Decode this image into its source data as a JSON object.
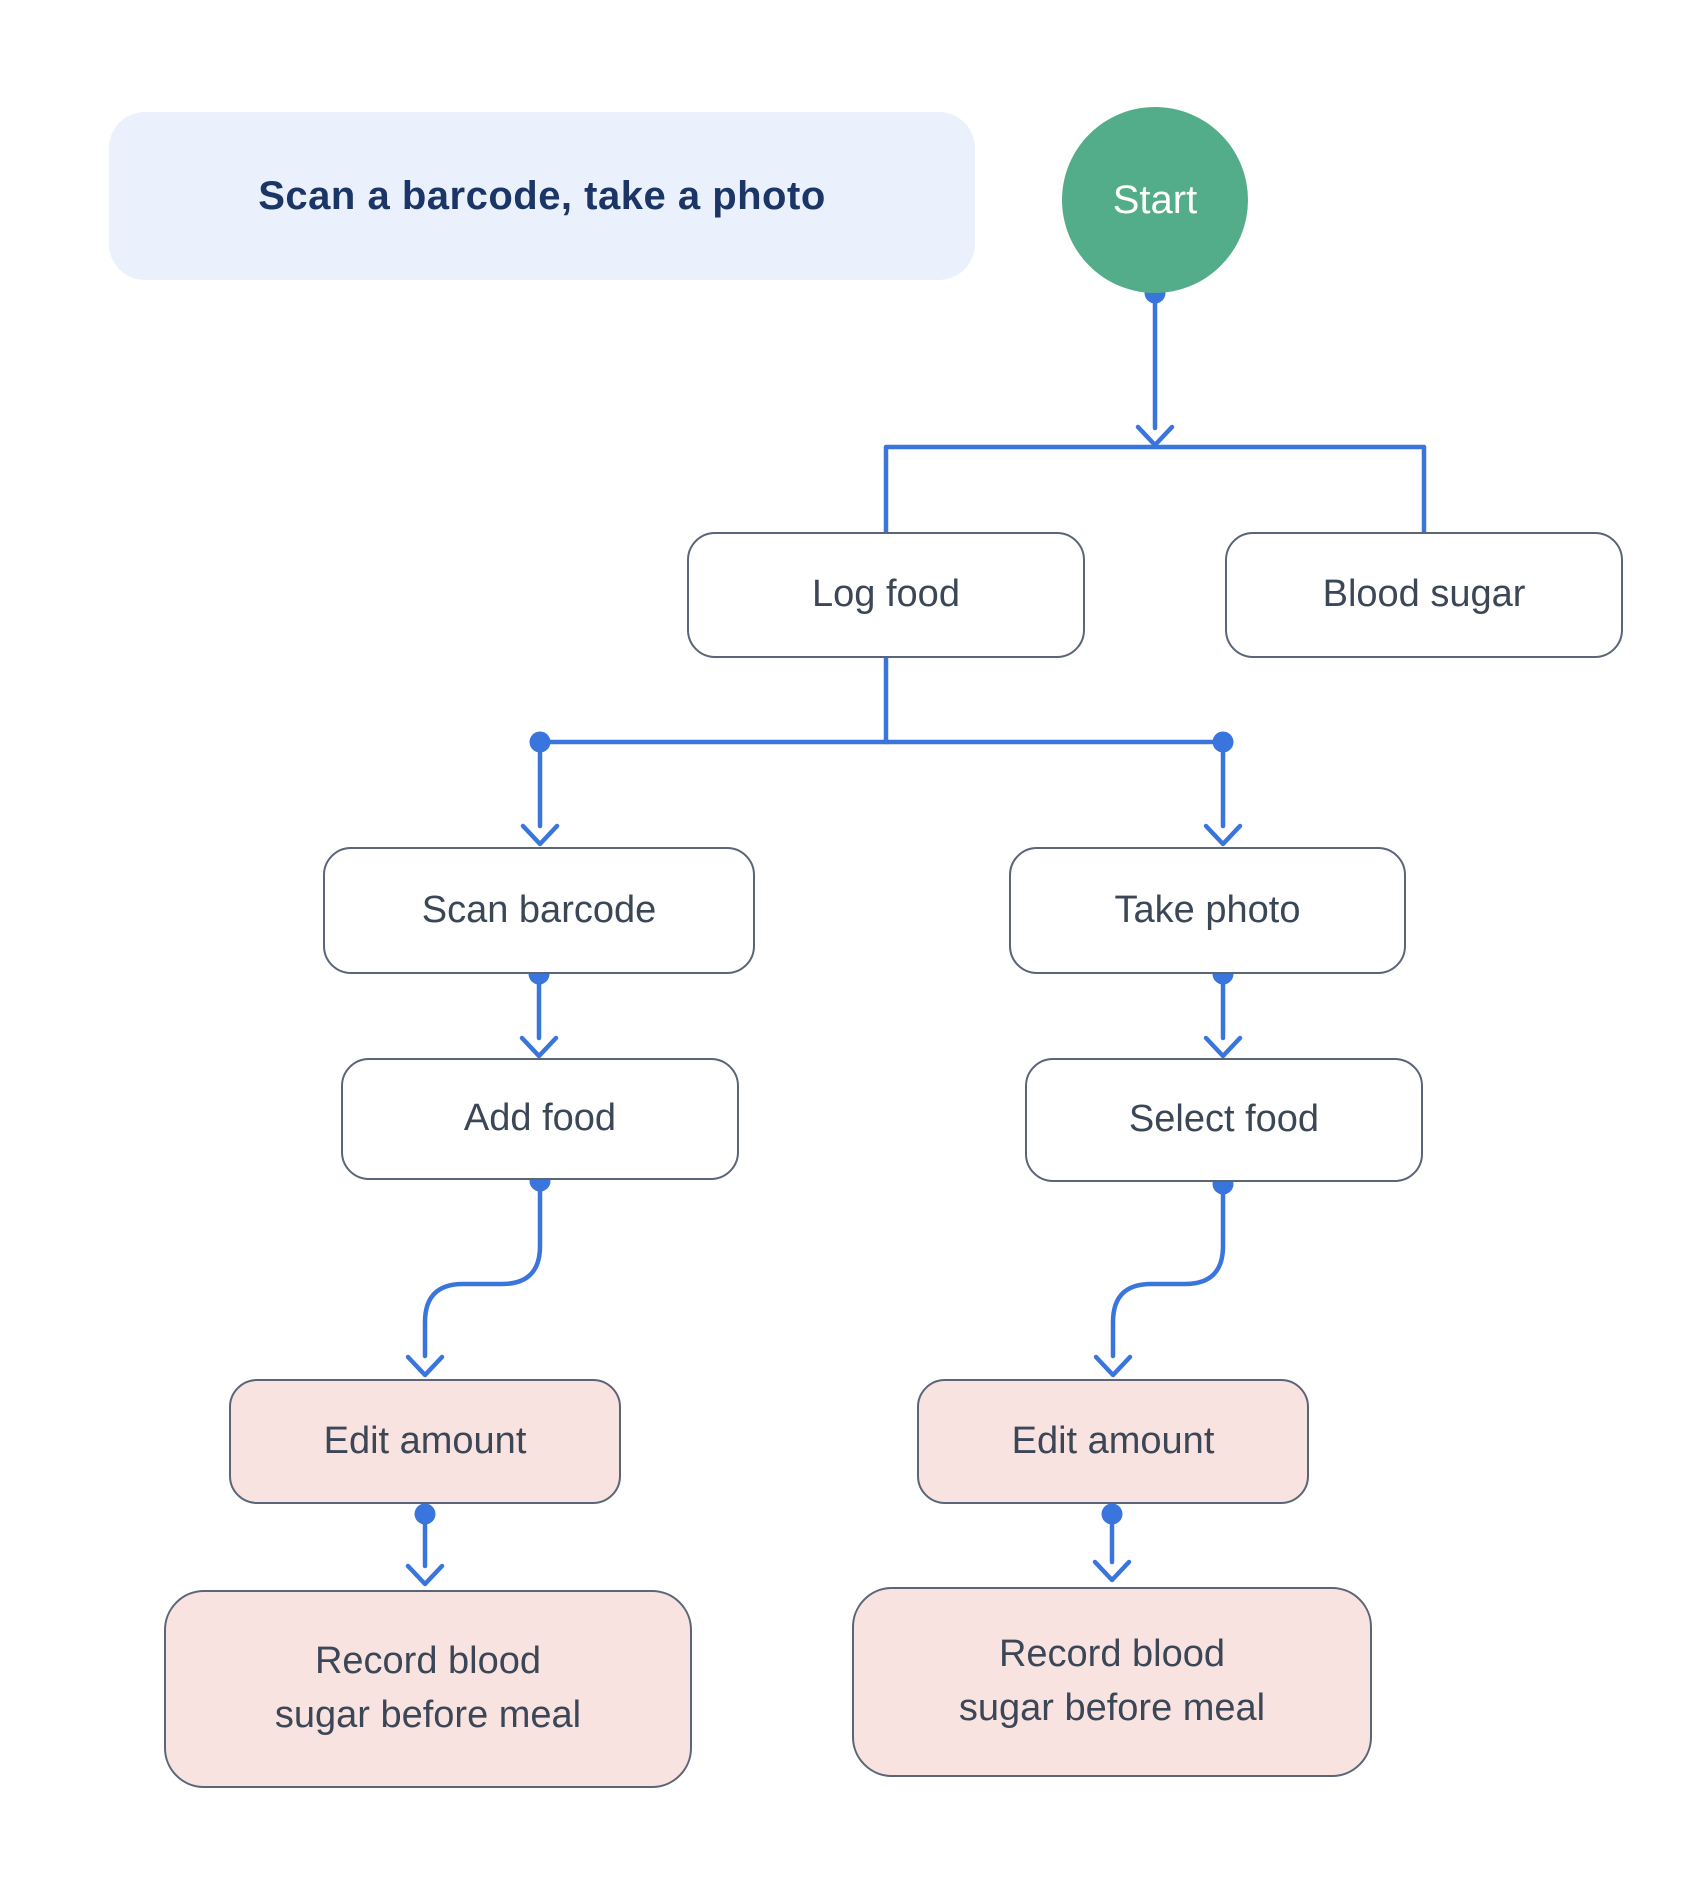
{
  "title": {
    "label": "Scan a barcode, take a photo"
  },
  "colors": {
    "accent_blue": "#3A75DD",
    "node_border": "#5A6577",
    "node_text": "#3B4757",
    "start_green": "#53AD8A",
    "pink_fill": "#F9E3E0",
    "title_bg": "#EAF1FC",
    "title_text": "#1B3666",
    "canvas_bg": "#FFFFFF"
  },
  "nodes": {
    "start": {
      "label": "Start",
      "type": "start"
    },
    "log_food": {
      "label": "Log food",
      "type": "default"
    },
    "blood_sugar": {
      "label": "Blood sugar",
      "type": "default"
    },
    "scan_barcode": {
      "label": "Scan barcode",
      "type": "default"
    },
    "take_photo": {
      "label": "Take photo",
      "type": "default"
    },
    "add_food": {
      "label": "Add food",
      "type": "default"
    },
    "select_food": {
      "label": "Select food",
      "type": "default"
    },
    "edit_amount_left": {
      "label": "Edit amount",
      "type": "highlight"
    },
    "edit_amount_right": {
      "label": "Edit amount",
      "type": "highlight"
    },
    "record_blood_sugar_left": {
      "label": "Record blood\nsugar before meal",
      "type": "highlight"
    },
    "record_blood_sugar_right": {
      "label": "Record blood\nsugar before meal",
      "type": "highlight"
    }
  },
  "edges": [
    {
      "from": "start",
      "to": "log_food"
    },
    {
      "from": "start",
      "to": "blood_sugar"
    },
    {
      "from": "log_food",
      "to": "scan_barcode"
    },
    {
      "from": "log_food",
      "to": "take_photo"
    },
    {
      "from": "scan_barcode",
      "to": "add_food"
    },
    {
      "from": "take_photo",
      "to": "select_food"
    },
    {
      "from": "add_food",
      "to": "edit_amount_left"
    },
    {
      "from": "select_food",
      "to": "edit_amount_right"
    },
    {
      "from": "edit_amount_left",
      "to": "record_blood_sugar_left"
    },
    {
      "from": "edit_amount_right",
      "to": "record_blood_sugar_right"
    }
  ]
}
